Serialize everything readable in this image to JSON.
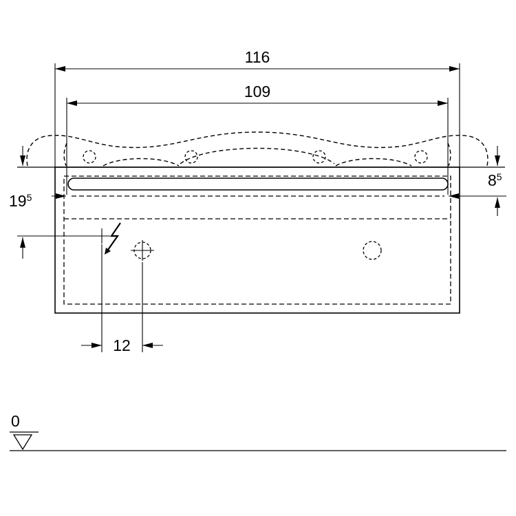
{
  "colors": {
    "line": "#000000",
    "background": "#ffffff"
  },
  "dimensions": {
    "overall_width": "116",
    "basin_width": "109",
    "basin_edge_height": {
      "main": "8",
      "sup": "5"
    },
    "connection_height": {
      "main": "19",
      "sup": "5"
    },
    "connection_offset": "12",
    "datum_level": "0"
  },
  "icons": {
    "electrical_connection": "lightning-bolt-icon",
    "datum": "datum-triangle-icon"
  }
}
